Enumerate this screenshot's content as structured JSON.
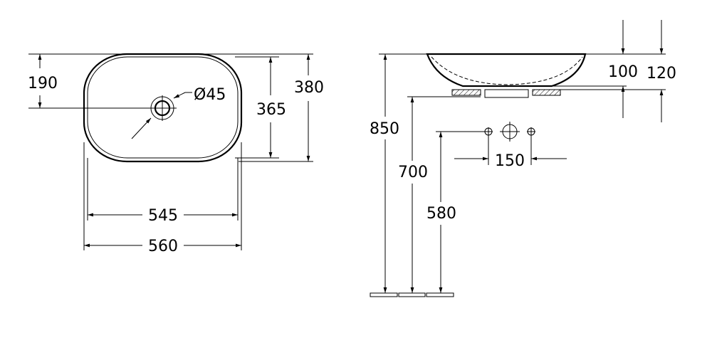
{
  "top_view": {
    "dims": {
      "d190": "190",
      "d365": "365",
      "d380": "380",
      "d545": "545",
      "d560": "560",
      "drain": "Ø45"
    }
  },
  "side_view": {
    "dims": {
      "d100": "100",
      "d120": "120",
      "d850": "850",
      "d700": "700",
      "d580": "580",
      "d150": "150"
    }
  },
  "colors": {
    "line": "#000000",
    "background": "#ffffff"
  }
}
